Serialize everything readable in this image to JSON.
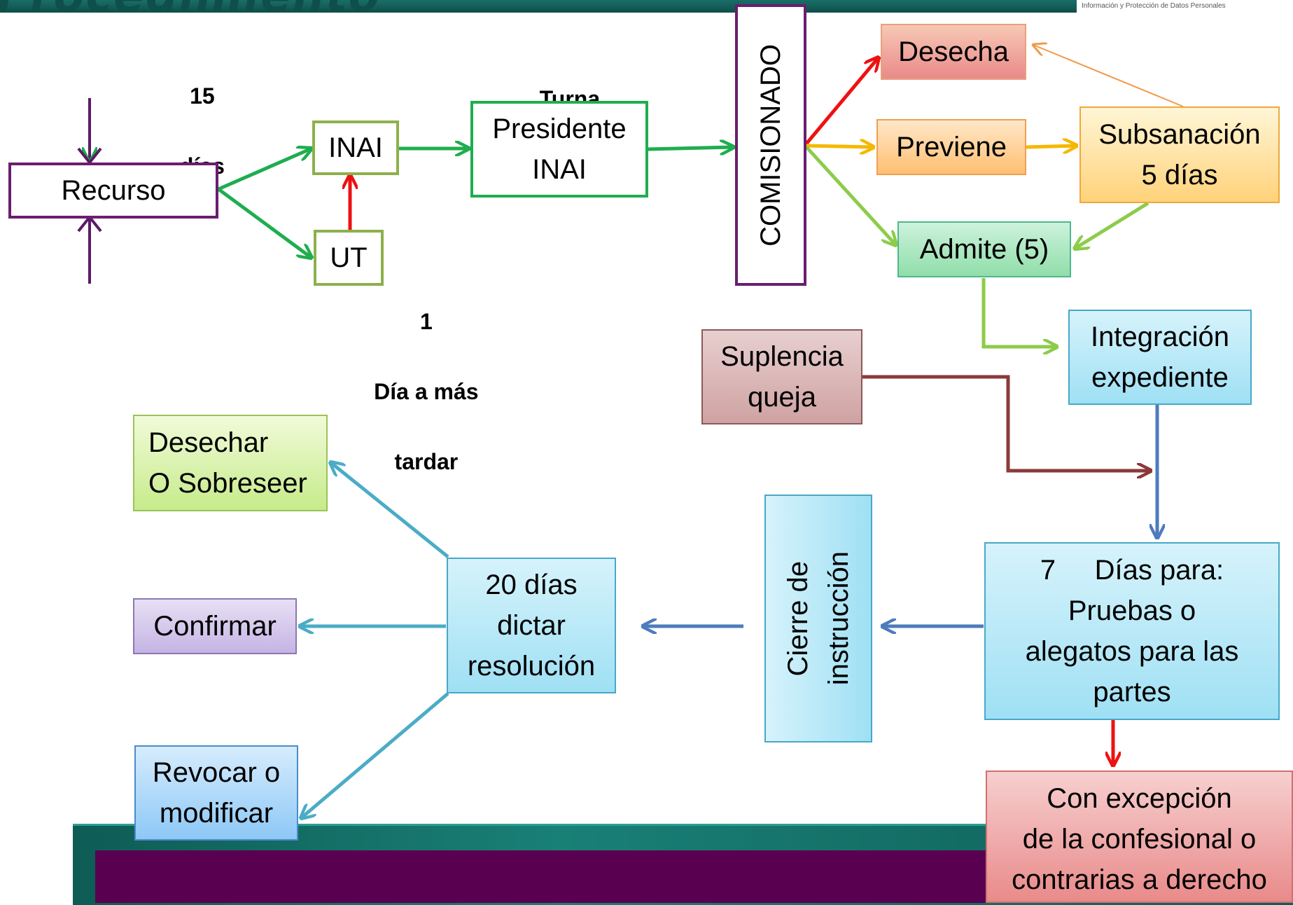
{
  "header": {
    "title": "Procedimiento",
    "logo_subtitle": "Información y Protección de Datos Personales"
  },
  "labels": {
    "dias_15_number": "15",
    "dias_15_unit": "días",
    "turna": "Turna",
    "dia_number": "1",
    "dia_line1": "Día a más",
    "dia_line2": "tardar"
  },
  "nodes": {
    "recurso": "Recurso",
    "inai": "INAI",
    "ut": "UT",
    "presidente_line1": "Presidente",
    "presidente_line2": "INAI",
    "comisionado": "COMISIONADO",
    "desecha": "Desecha",
    "previene": "Previene",
    "subsanacion_line1": "Subsanación",
    "subsanacion_line2": "5 días",
    "admite": "Admite (5)",
    "integracion_line1": "Integración",
    "integracion_line2": "expediente",
    "suplencia_line1": "Suplencia",
    "suplencia_line2": "queja",
    "pruebas_line1": "7     Días para:",
    "pruebas_line2": "Pruebas o",
    "pruebas_line3": "alegatos para las",
    "pruebas_line4": "partes",
    "cierre_line1": "Cierre de",
    "cierre_line2": "instrucción",
    "dictar_line1": "20 días",
    "dictar_line2": "dictar",
    "dictar_line3": "resolución",
    "desechar_line1": "Desechar",
    "desechar_line2": "O Sobreseer",
    "confirmar": "Confirmar",
    "revocar_line1": "Revocar o",
    "revocar_line2": "modificar",
    "excepcion_line1": "Con excepción",
    "excepcion_line2": "de la confesional o",
    "excepcion_line3": "contrarias a derecho"
  }
}
